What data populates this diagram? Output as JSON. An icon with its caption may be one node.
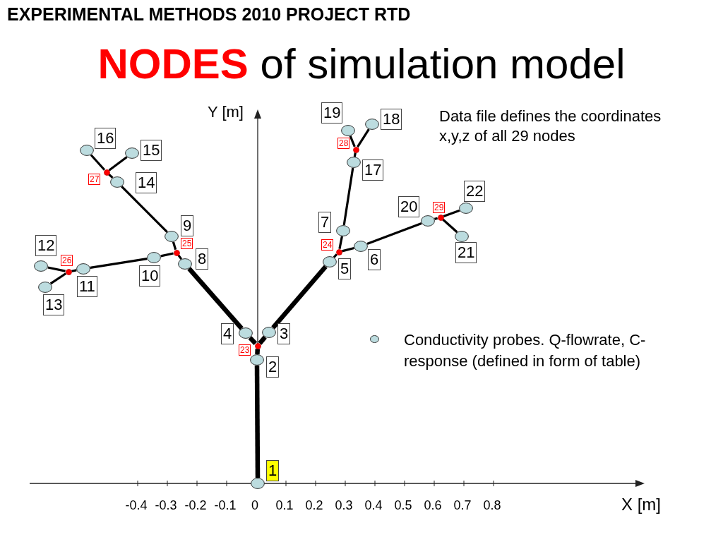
{
  "diagram": {
    "title": "NODES of simulation model",
    "nodes": [
      {
        "text": [],
        "shape": "circle",
        "beside": [
          "1"
        ]
      },
      {
        "text": [],
        "shape": "circle",
        "beside": [
          "2"
        ]
      },
      {
        "text": [],
        "shape": "circle",
        "beside": [
          "3"
        ]
      },
      {
        "text": [],
        "shape": "circle",
        "beside": [
          "4"
        ]
      },
      {
        "text": [],
        "shape": "circle",
        "beside": [
          "5"
        ]
      },
      {
        "text": [],
        "shape": "circle",
        "beside": [
          "6"
        ]
      },
      {
        "text": [],
        "shape": "circle",
        "beside": [
          "7"
        ]
      },
      {
        "text": [],
        "shape": "circle",
        "beside": [
          "8"
        ]
      },
      {
        "text": [],
        "shape": "circle",
        "beside": [
          "9"
        ]
      },
      {
        "text": [],
        "shape": "circle",
        "beside": [
          "10"
        ]
      },
      {
        "text": [],
        "shape": "circle",
        "beside": [
          "11"
        ]
      },
      {
        "text": [],
        "shape": "circle",
        "beside": [
          "12"
        ]
      },
      {
        "text": [],
        "shape": "circle",
        "beside": [
          "13"
        ]
      },
      {
        "text": [],
        "shape": "circle",
        "beside": [
          "14"
        ]
      },
      {
        "text": [],
        "shape": "circle",
        "beside": [
          "15"
        ]
      },
      {
        "text": [],
        "shape": "circle",
        "beside": [
          "16"
        ]
      },
      {
        "text": [],
        "shape": "circle",
        "beside": [
          "17"
        ]
      },
      {
        "text": [],
        "shape": "circle",
        "beside": [
          "18"
        ]
      },
      {
        "text": [],
        "shape": "circle",
        "beside": [
          "19"
        ]
      },
      {
        "text": [],
        "shape": "circle",
        "beside": [
          "20"
        ]
      },
      {
        "text": [],
        "shape": "circle",
        "beside": [
          "21"
        ]
      },
      {
        "text": [],
        "shape": "circle",
        "beside": [
          "22"
        ]
      },
      {
        "text": [],
        "shape": "circle",
        "beside": [
          "23"
        ]
      },
      {
        "text": [],
        "shape": "circle",
        "beside": [
          "24"
        ]
      },
      {
        "text": [],
        "shape": "circle",
        "beside": [
          "25"
        ]
      },
      {
        "text": [],
        "shape": "circle",
        "beside": [
          "26"
        ]
      },
      {
        "text": [],
        "shape": "circle",
        "beside": [
          "27"
        ]
      },
      {
        "text": [],
        "shape": "circle",
        "beside": [
          "28"
        ]
      },
      {
        "text": [],
        "shape": "circle",
        "beside": [
          "29"
        ]
      }
    ],
    "edges": [
      {
        "from": 0,
        "to": 1,
        "arrow": "none",
        "style": "thick"
      },
      {
        "from": 1,
        "to": 22,
        "arrow": "none",
        "style": "thick"
      },
      {
        "from": 22,
        "to": 3,
        "arrow": "none",
        "style": "thick"
      },
      {
        "from": 22,
        "to": 2,
        "arrow": "none",
        "style": "thick"
      },
      {
        "from": 3,
        "to": 7,
        "arrow": "none",
        "style": "thick"
      },
      {
        "from": 2,
        "to": 4,
        "arrow": "none",
        "style": "thick"
      },
      {
        "from": 7,
        "to": 24,
        "arrow": "none"
      },
      {
        "from": 24,
        "to": 8,
        "arrow": "none"
      },
      {
        "from": 24,
        "to": 9,
        "arrow": "none"
      },
      {
        "from": 9,
        "to": 10,
        "arrow": "none"
      },
      {
        "from": 10,
        "to": 25,
        "arrow": "none"
      },
      {
        "from": 25,
        "to": 11,
        "arrow": "none"
      },
      {
        "from": 25,
        "to": 12,
        "arrow": "none"
      },
      {
        "from": 8,
        "to": 13,
        "arrow": "none"
      },
      {
        "from": 13,
        "to": 26,
        "arrow": "none"
      },
      {
        "from": 26,
        "to": 15,
        "arrow": "none"
      },
      {
        "from": 26,
        "to": 14,
        "arrow": "none"
      },
      {
        "from": 4,
        "to": 23,
        "arrow": "none"
      },
      {
        "from": 23,
        "to": 6,
        "arrow": "none"
      },
      {
        "from": 23,
        "to": 5,
        "arrow": "none"
      },
      {
        "from": 6,
        "to": 16,
        "arrow": "none"
      },
      {
        "from": 16,
        "to": 27,
        "arrow": "none"
      },
      {
        "from": 27,
        "to": 18,
        "arrow": "none"
      },
      {
        "from": 27,
        "to": 17,
        "arrow": "none"
      },
      {
        "from": 5,
        "to": 19,
        "arrow": "none"
      },
      {
        "from": 19,
        "to": 28,
        "arrow": "none"
      },
      {
        "from": 28,
        "to": 21,
        "arrow": "none"
      },
      {
        "from": 28,
        "to": 20,
        "arrow": "none"
      }
    ],
    "labels": [
      "EXPERIMENTAL METHODS 2010 PROJECT RTD",
      "Y [m]",
      "Data file defines the coordinates x,y,z of all 29 nodes",
      "-0.4",
      "-0.3",
      "-0.2",
      "-0.1",
      "0",
      "0.1",
      "0.2",
      "0.3",
      "0.4",
      "0.5",
      "0.6",
      "0.7",
      "0.8",
      "X [m]"
    ],
    "legend": [
      {
        "text": "Conductivity probes. Q-flowrate, C-response (defined in form of table)"
      }
    ]
  }
}
